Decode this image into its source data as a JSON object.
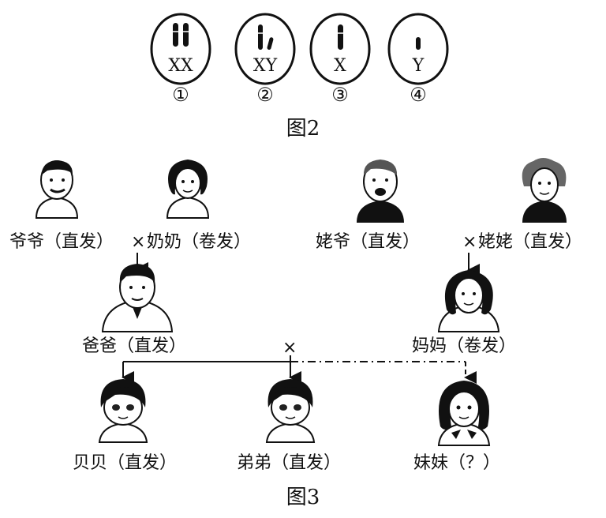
{
  "figure2": {
    "caption": "图2",
    "cells": [
      {
        "label": "XX",
        "number": "①"
      },
      {
        "label": "XY",
        "number": "②"
      },
      {
        "label": "X",
        "number": "③"
      },
      {
        "label": "Y",
        "number": "④"
      }
    ]
  },
  "figure3": {
    "caption": "图3",
    "cross_symbol": "×",
    "people": {
      "grandpa_paternal": "爷爷（直发）",
      "grandma_paternal": "奶奶（卷发）",
      "grandpa_maternal": "姥爷（直发）",
      "grandma_maternal": "姥姥（直发）",
      "father": "爸爸（直发）",
      "mother": "妈妈（卷发）",
      "beibei": "贝贝（直发）",
      "brother": "弟弟（直发）",
      "sister": "妹妹（？）"
    }
  }
}
